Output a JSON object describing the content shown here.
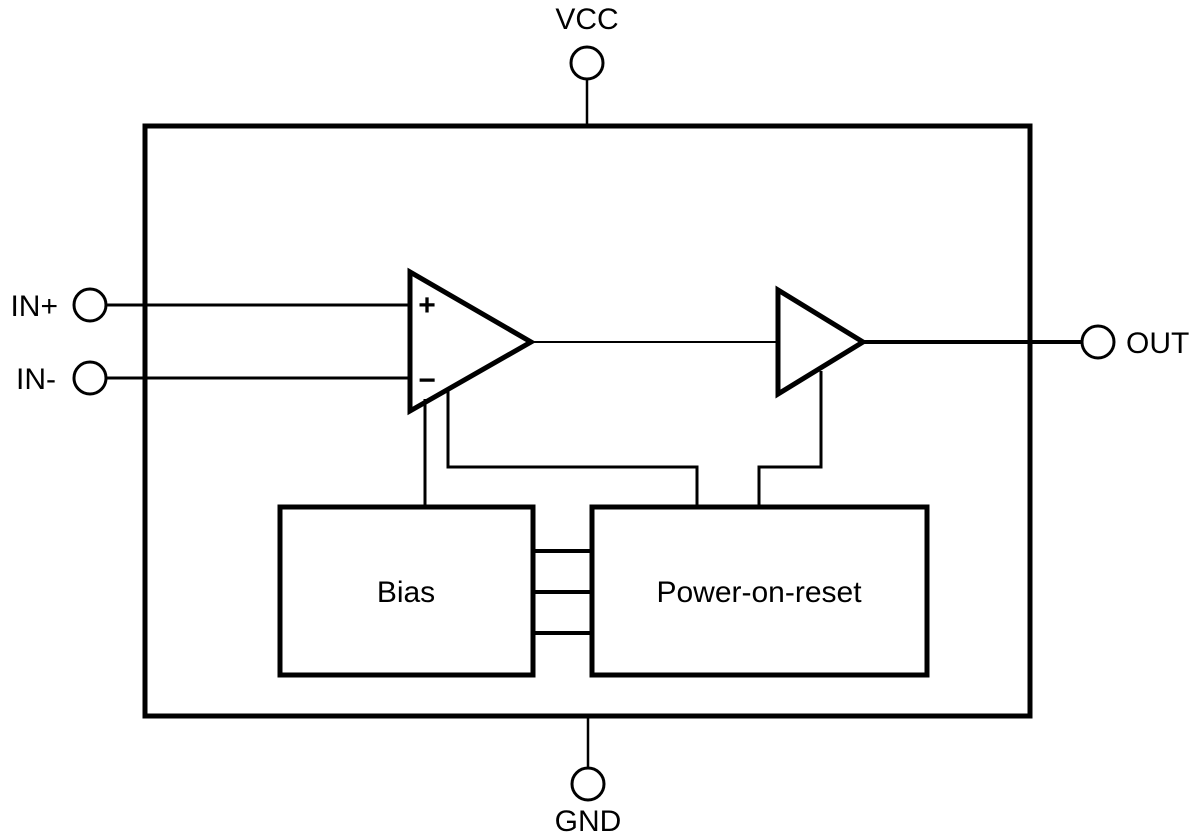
{
  "diagram": {
    "kind": "ic-functional-block-diagram",
    "pins": {
      "vcc": {
        "label": "VCC"
      },
      "gnd": {
        "label": "GND"
      },
      "in_plus": {
        "label": "IN+"
      },
      "in_minus": {
        "label": "IN-"
      },
      "out": {
        "label": "OUT"
      }
    },
    "amplifier": {
      "plus_sign": "+",
      "minus_sign": "−"
    },
    "blocks": {
      "bias": {
        "label": "Bias"
      },
      "power_on_reset": {
        "label": "Power-on-reset"
      }
    },
    "colors": {
      "stroke": "#000000",
      "background": "#ffffff"
    }
  }
}
